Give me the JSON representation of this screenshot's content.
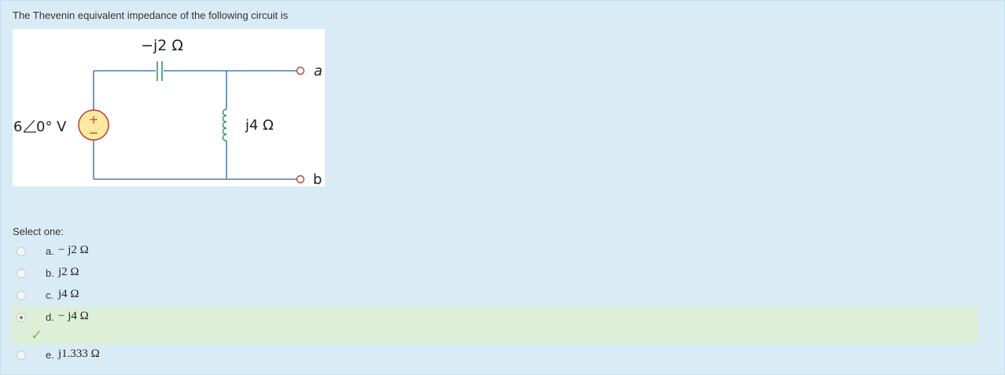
{
  "question": {
    "text": "The Thevenin equivalent impedance of the following circuit is"
  },
  "circuit": {
    "capacitor_label": "−j2 Ω",
    "inductor_label": "j4 Ω",
    "source_magnitude": "6",
    "source_angle": "0° V",
    "source_plus": "+",
    "source_minus": "−",
    "terminal_a": "a",
    "terminal_b": "b"
  },
  "answers": {
    "prompt": "Select one:",
    "options": [
      {
        "letter": "a.",
        "value": "− j2 Ω",
        "selected": false
      },
      {
        "letter": "b.",
        "value": "j2 Ω",
        "selected": false
      },
      {
        "letter": "c.",
        "value": "j4 Ω",
        "selected": false
      },
      {
        "letter": "d.",
        "value": "− j4 Ω",
        "selected": true
      },
      {
        "letter": "e.",
        "value": "j1.333 Ω",
        "selected": false
      }
    ]
  },
  "colors": {
    "wire": "#2d5fa0",
    "component": "#2e9a5a",
    "source_fill": "#fde9a0",
    "source_stroke": "#b94030",
    "terminal": "#b94030",
    "correct_bg": "#deefd8",
    "check": "#7cc143"
  }
}
